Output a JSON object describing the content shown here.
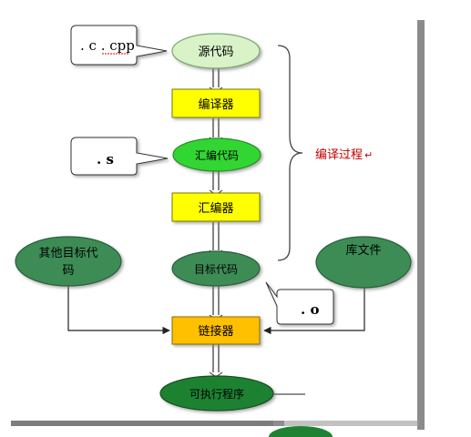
{
  "nodes": {
    "source_code": "源代码",
    "compiler": "编译器",
    "assembly_code": "汇编代码",
    "assembler": "汇编器",
    "object_code": "目标代码",
    "other_object_code_line1": "其他目标代",
    "other_object_code_line2": "码",
    "library_files": "库文件",
    "linker": "链接器",
    "executable": "可执行程序"
  },
  "callouts": {
    "c_cpp": ". c . cpp",
    "s": ". s",
    "o": ". o"
  },
  "brace_label": "编译过程",
  "paragraph_mark": "↵",
  "colors": {
    "light_green_fill": "#d9f2c8",
    "bright_green_fill": "#33d633",
    "dark_green_fill": "#3c8c56",
    "executable_fill": "#1e8232",
    "yellow_fill": "#ffff00",
    "linker_fill": "#ffc000",
    "brace_label_color": "#c00000",
    "line_color": "#333333"
  }
}
